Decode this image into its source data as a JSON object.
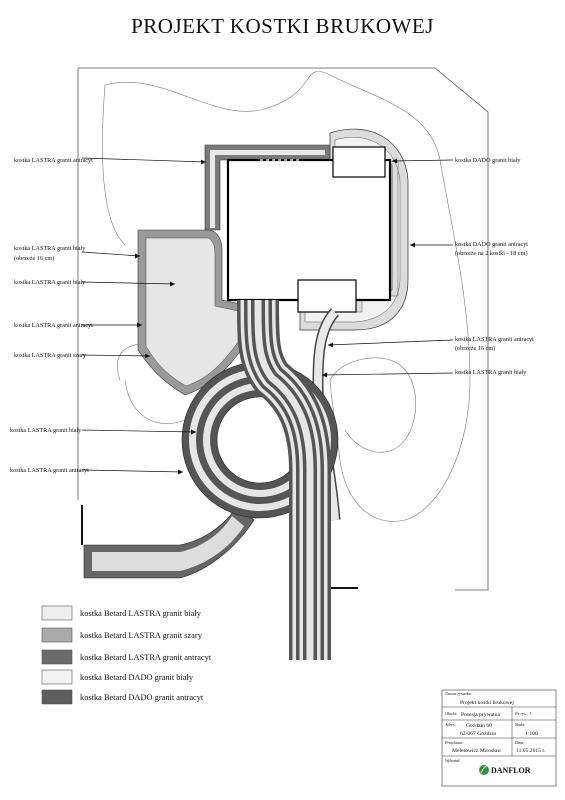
{
  "title": "PROJEKT KOSTKI BRUKOWEJ",
  "labels_left": [
    "kostka LASTRA granit antracyt",
    "kostka LASTRA granit biały",
    "(obrzeże 16 cm)",
    "kostka LASTRA granit biały",
    "kostka LASTRA granit antracyt",
    "kostka LASTRA granit szary",
    "kostka LASTRA granit biały",
    "kostka LASTRA granit antracyt"
  ],
  "labels_right": [
    "kostka DADO granit biały",
    "kostka DADO granit antracyt",
    "(obrzeże na 2 kostki - 18 cm)",
    "kostka LASTRA granit antracyt",
    "(obrzeże 16 cm)",
    "kostka LASTRA granit biały"
  ],
  "legend": [
    {
      "label": "kostka Betard LASTRA granit biały",
      "color": "#eeeeee"
    },
    {
      "label": "kostka Betard LASTRA granit szary",
      "color": "#aaaaaa"
    },
    {
      "label": "kostka Betard LASTRA granit antracyt",
      "color": "#6a6a6a"
    },
    {
      "label": "kostka Betard DADO granit biały",
      "color": "#f2f2f2"
    },
    {
      "label": "kostka Betard DADO granit antracyt",
      "color": "#5e5e5e"
    }
  ],
  "title_block": {
    "nazwa_label": "Nazwa rysunku:",
    "nazwa_value": "Projekt kostki brukowej",
    "obiekt_label": "Obiekt:",
    "obiekt_value": "Posesja prywatna",
    "nr_label": "Nr rys.: 1",
    "adres_label": "Adres:",
    "adres_line1": "Goździn 60",
    "adres_line2": "62-067 Goździn",
    "skala_label": "Skala:",
    "skala_value": "1:100",
    "projektant_label": "Projektant:",
    "projektant_value": "Meletowicz Mirosław",
    "data_label": "Data:",
    "data_value": "11.05.2015 r.",
    "wykonal_label": "Wykonał:",
    "logo_text": "DANFLOR"
  },
  "colors": {
    "antracyt": "#6a6a6a",
    "szary": "#aaaaaa",
    "bialy": "#eeeeee",
    "outline": "#222222"
  }
}
